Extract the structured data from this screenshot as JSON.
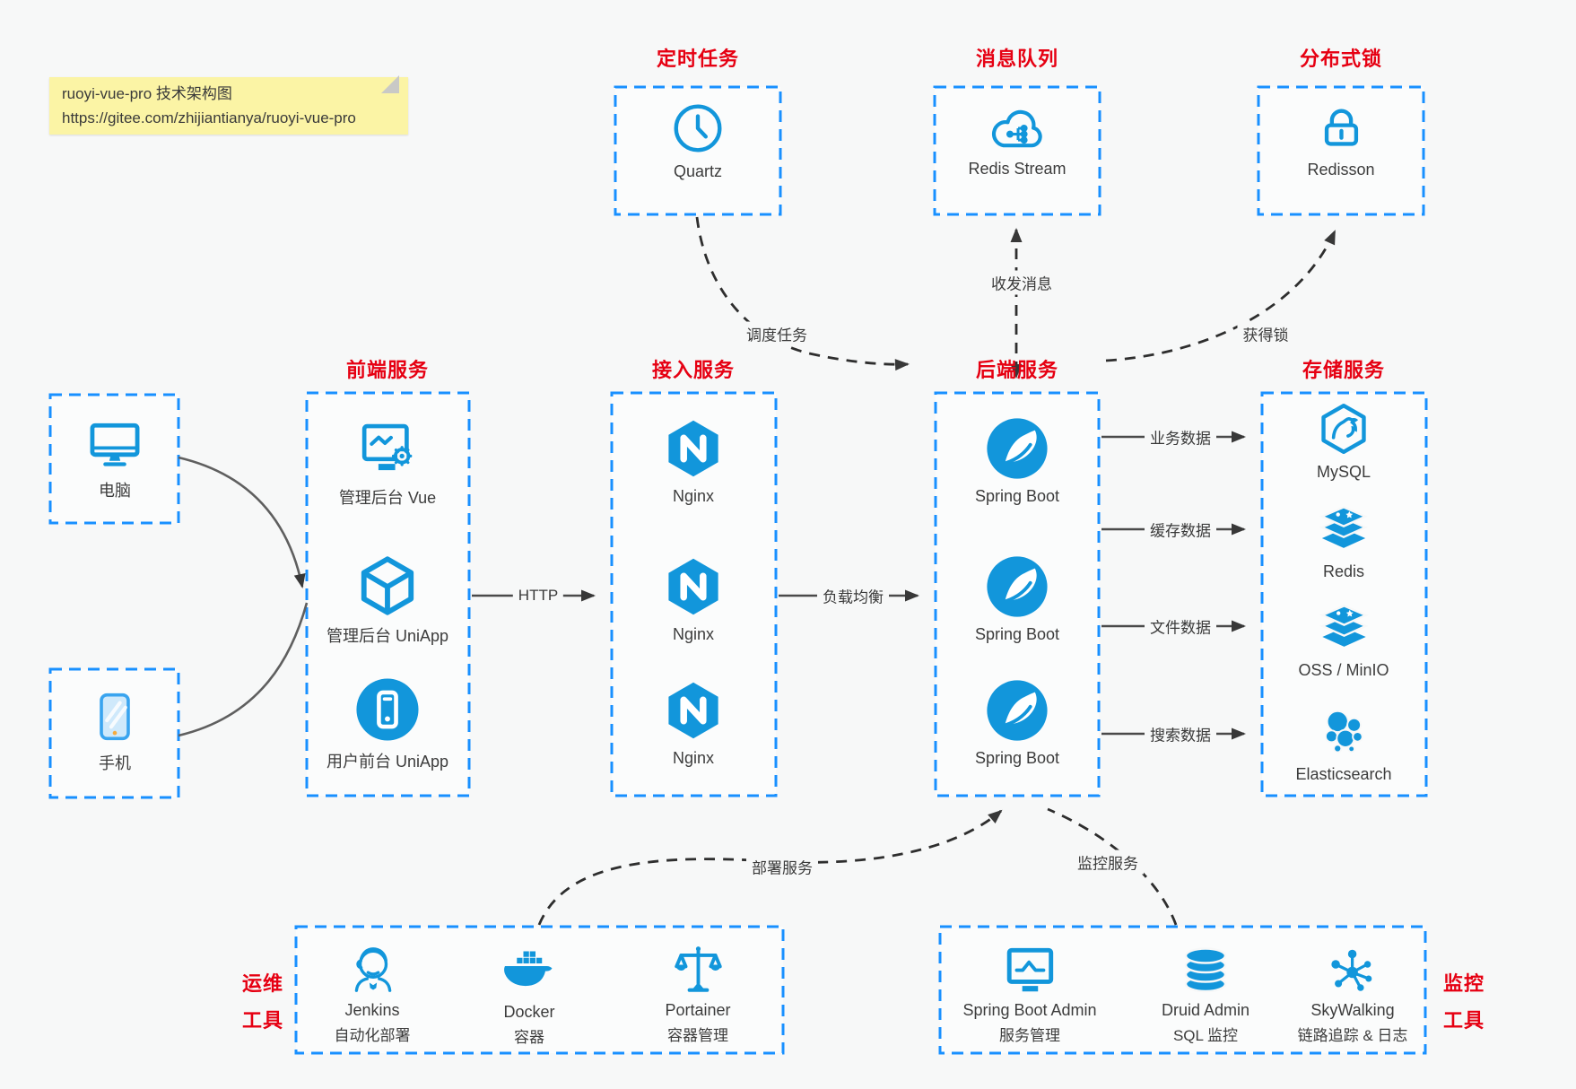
{
  "note": {
    "line1": "ruoyi-vue-pro 技术架构图",
    "line2": "https://gitee.com/zhijiantianya/ruoyi-vue-pro"
  },
  "colors": {
    "icon_blue": "#1296db",
    "border_blue": "#1890ff",
    "title_red": "#e60012",
    "note_yellow": "#fbf4a5",
    "background": "#f7f8f8",
    "arrow_dark": "#383838"
  },
  "top_groups": [
    {
      "title": "定时任务",
      "icon": "clock-icon",
      "label": "Quartz"
    },
    {
      "title": "消息队列",
      "icon": "cloud-queue-icon",
      "label": "Redis Stream"
    },
    {
      "title": "分布式锁",
      "icon": "lock-icon",
      "label": "Redisson"
    }
  ],
  "clients": [
    {
      "icon": "desktop-icon",
      "label": "电脑"
    },
    {
      "icon": "smartphone-icon",
      "label": "手机"
    }
  ],
  "frontend": {
    "title": "前端服务",
    "items": [
      {
        "icon": "admin-vue-icon",
        "label": "管理后台 Vue"
      },
      {
        "icon": "uniapp-cube-icon",
        "label": "管理后台 UniApp"
      },
      {
        "icon": "user-app-icon",
        "label": "用户前台 UniApp"
      }
    ]
  },
  "gateway": {
    "title": "接入服务",
    "items": [
      {
        "icon": "nginx-icon",
        "label": "Nginx"
      },
      {
        "icon": "nginx-icon",
        "label": "Nginx"
      },
      {
        "icon": "nginx-icon",
        "label": "Nginx"
      }
    ]
  },
  "backend": {
    "title": "后端服务",
    "items": [
      {
        "icon": "spring-boot-icon",
        "label": "Spring Boot"
      },
      {
        "icon": "spring-boot-icon",
        "label": "Spring Boot"
      },
      {
        "icon": "spring-boot-icon",
        "label": "Spring Boot"
      }
    ]
  },
  "storage": {
    "title": "存储服务",
    "items": [
      {
        "icon": "mysql-icon",
        "label": "MySQL"
      },
      {
        "icon": "redis-icon",
        "label": "Redis"
      },
      {
        "icon": "oss-icon",
        "label": "OSS / MinIO"
      },
      {
        "icon": "elasticsearch-icon",
        "label": "Elasticsearch"
      }
    ]
  },
  "ops": {
    "title_lines": [
      "运维",
      "工具"
    ],
    "items": [
      {
        "icon": "jenkins-icon",
        "label": "Jenkins",
        "sublabel": "自动化部署"
      },
      {
        "icon": "docker-icon",
        "label": "Docker",
        "sublabel": "容器"
      },
      {
        "icon": "portainer-icon",
        "label": "Portainer",
        "sublabel": "容器管理"
      }
    ]
  },
  "monitoring": {
    "title_lines": [
      "监控",
      "工具"
    ],
    "items": [
      {
        "icon": "spring-boot-admin-icon",
        "label": "Spring Boot Admin",
        "sublabel": "服务管理"
      },
      {
        "icon": "druid-icon",
        "label": "Druid Admin",
        "sublabel": "SQL 监控"
      },
      {
        "icon": "skywalking-icon",
        "label": "SkyWalking",
        "sublabel": "链路追踪 & 日志"
      }
    ]
  },
  "edges": {
    "http": "HTTP",
    "load_balance": "负载均衡",
    "schedule": "调度任务",
    "messages": "收发消息",
    "acquire_lock": "获得锁",
    "business_data": "业务数据",
    "cache_data": "缓存数据",
    "file_data": "文件数据",
    "search_data": "搜索数据",
    "deploy": "部署服务",
    "monitor": "监控服务"
  }
}
